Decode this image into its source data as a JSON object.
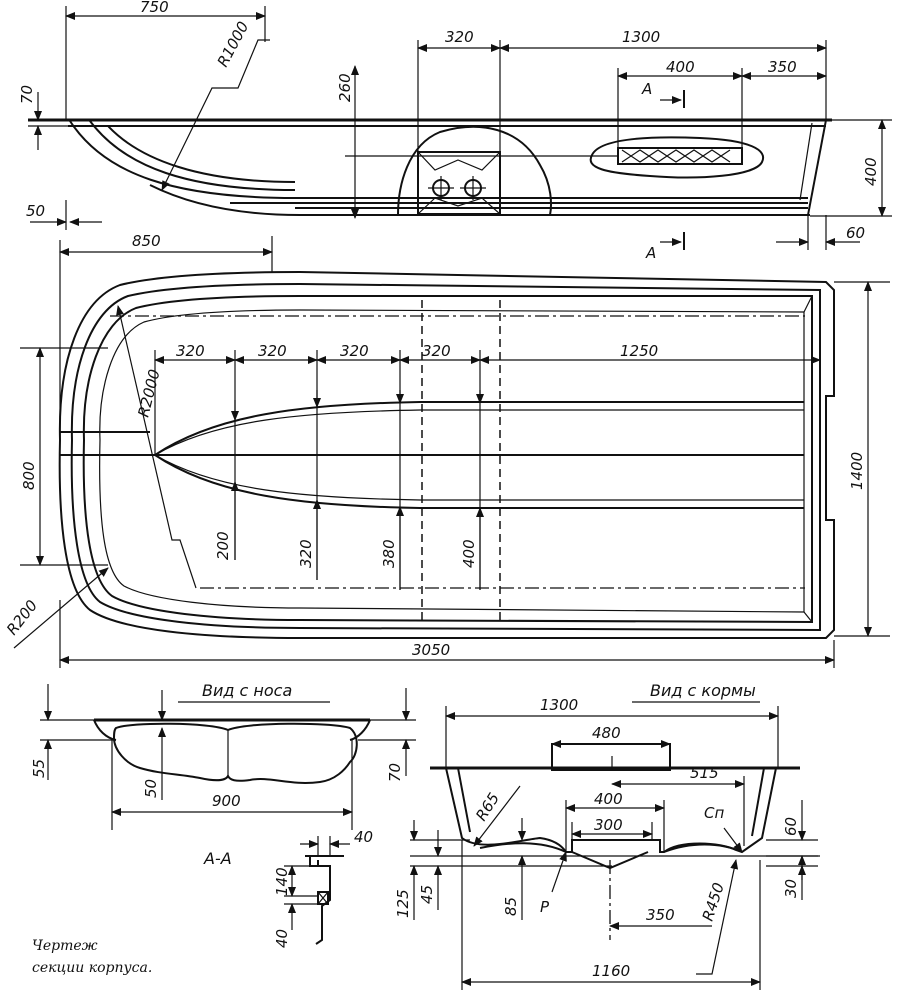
{
  "side_view": {
    "dims": [
      "750",
      "R1000",
      "320",
      "1300",
      "400",
      "350",
      "260",
      "70",
      "50",
      "400",
      "60",
      "A",
      "A"
    ]
  },
  "plan_view": {
    "dims": [
      "850",
      "R2000",
      "800",
      "R200",
      "320",
      "320",
      "320",
      "320",
      "1250",
      "200",
      "320",
      "380",
      "400",
      "1400",
      "3050"
    ]
  },
  "bow_view": {
    "title": "Вид с носа",
    "dims": [
      "55",
      "50",
      "900",
      "70"
    ]
  },
  "section": {
    "title": "А-А",
    "dims": [
      "40",
      "140",
      "40"
    ]
  },
  "stern_view": {
    "title": "Вид с кормы",
    "dims": [
      "1300",
      "480",
      "515",
      "400",
      "300",
      "R65",
      "Сп",
      "60",
      "125",
      "45",
      "85",
      "Р",
      "350",
      "R450",
      "30",
      "1160"
    ]
  },
  "caption": {
    "line1": "Чертеж",
    "line2": "секции корпуса."
  }
}
